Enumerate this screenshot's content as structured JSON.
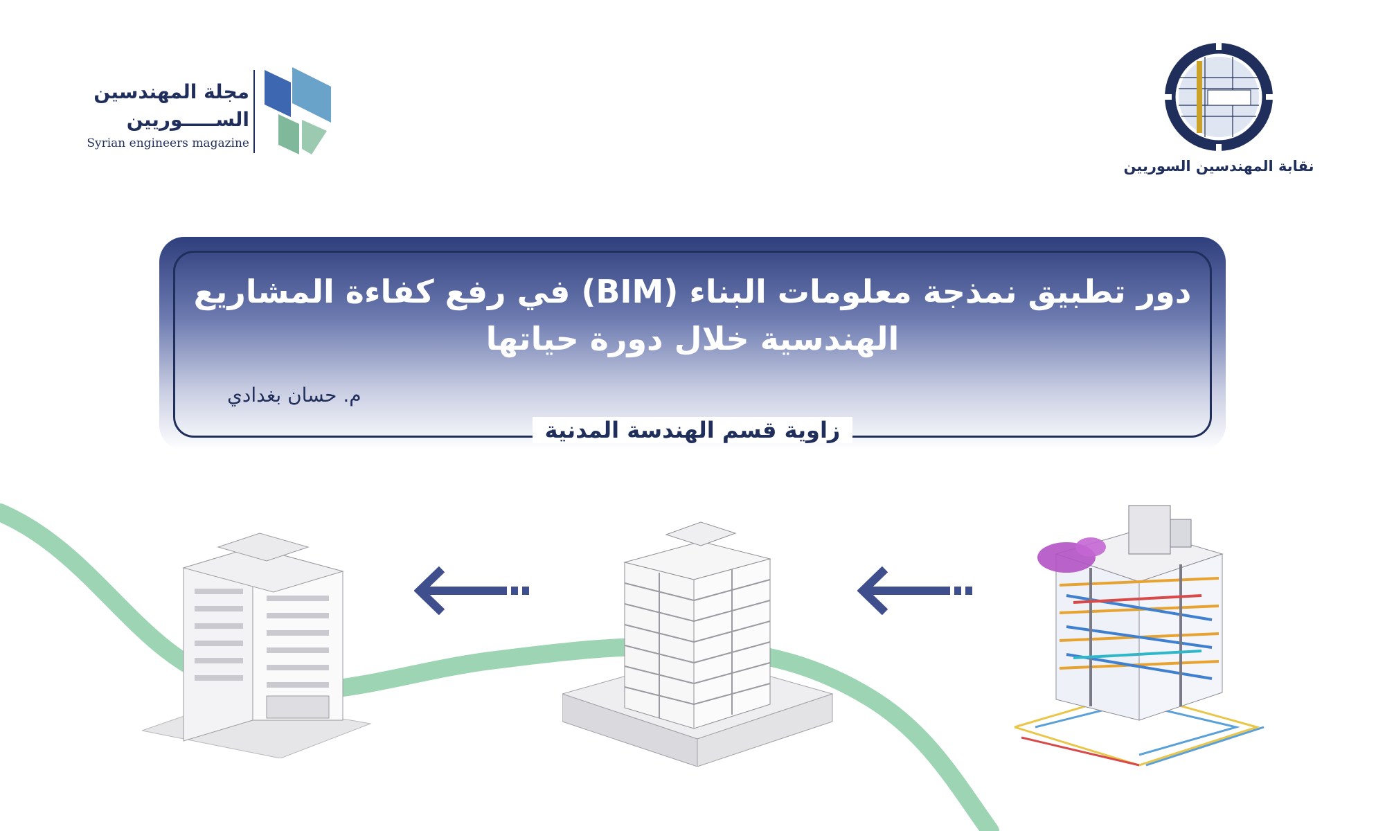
{
  "magazine": {
    "title_line1": "مجلة المهندسين",
    "title_line2": "الســـــوريين",
    "subtitle": "Syrian engineers magazine"
  },
  "union": {
    "name": "نقابة المهندسين السوريين"
  },
  "article": {
    "title_line1": "دور تطبيق نمذجة معلومات البناء (BIM) في رفع كفاءة المشاريع",
    "title_line2": "الهندسية خلال دورة حياتها",
    "author": "م. حسان بغدادي",
    "section": "زاوية قسم الهندسة المدنية"
  },
  "colors": {
    "navy": "#1f2e5a",
    "arrow": "#3f4e8c",
    "wave": "#7cc59a",
    "logo_blue": "#3d67b0",
    "logo_green": "#7fb89a"
  },
  "icons": {
    "arrows": [
      "arrow-left-icon",
      "arrow-left-icon"
    ],
    "buildings": [
      "finished-building-icon",
      "structural-building-icon",
      "mep-model-building-icon"
    ]
  }
}
